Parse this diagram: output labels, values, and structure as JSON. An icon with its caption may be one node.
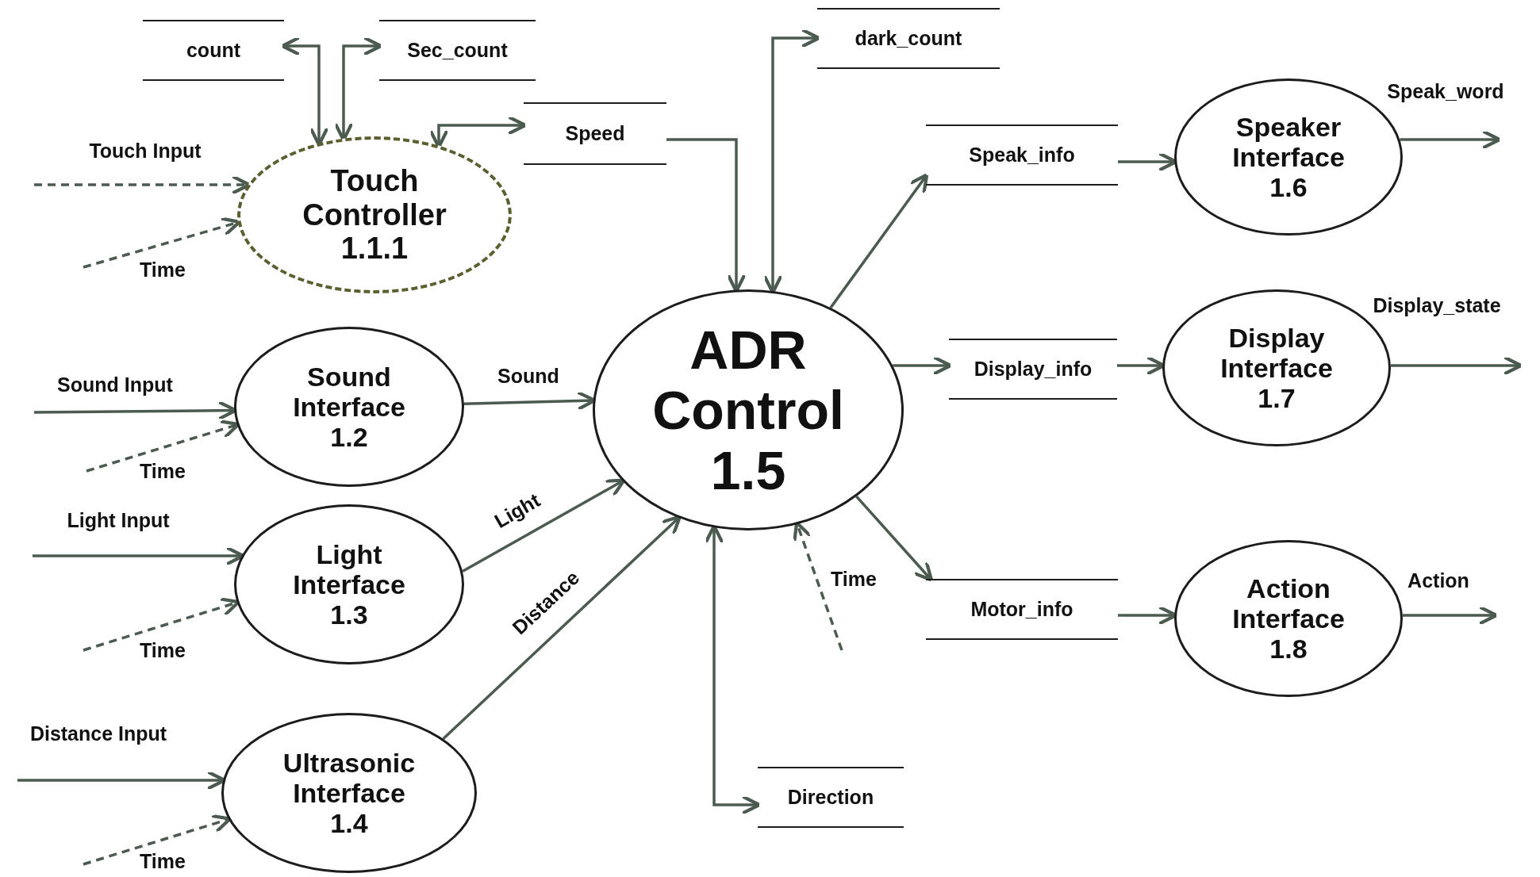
{
  "diagram": {
    "nodes": [
      {
        "text": [
          "count"
        ]
      },
      {
        "text": [
          "Sec_count"
        ]
      },
      {
        "text": [
          "dark_count"
        ]
      },
      {
        "text": [
          "Touch Controller",
          "1.1.1"
        ]
      },
      {
        "text": [
          "Speed"
        ]
      },
      {
        "text": [
          "Speak_info"
        ]
      },
      {
        "text": [
          "Speaker Interface",
          "1.6"
        ]
      },
      {
        "text": [
          "Sound Interface",
          "1.2"
        ]
      },
      {
        "text": [
          "ADR Control",
          "1.5"
        ]
      },
      {
        "text": [
          "Display_info"
        ]
      },
      {
        "text": [
          "Display Interface",
          "1.7"
        ]
      },
      {
        "text": [
          "Light Interface",
          "1.3"
        ]
      },
      {
        "text": [
          "Motor_info"
        ]
      },
      {
        "text": [
          "Action Interface",
          "1.8"
        ]
      },
      {
        "text": [
          "Ultrasonic Interface",
          "1.4"
        ]
      },
      {
        "text": [
          "Direction"
        ]
      }
    ],
    "edges": [
      {
        "from": 0,
        "to": 3,
        "arrow": "both"
      },
      {
        "from": 1,
        "to": 3,
        "arrow": "both"
      },
      {
        "from": 3,
        "to": 4,
        "arrow": "both"
      },
      {
        "from": 4,
        "to": 8,
        "arrow": "to"
      },
      {
        "from": 8,
        "to": 2,
        "arrow": "both"
      },
      {
        "from": 8,
        "to": 5,
        "arrow": "to"
      },
      {
        "from": 5,
        "to": 6,
        "arrow": "to"
      },
      {
        "from": 6,
        "to": null,
        "arrow": "to",
        "label": "Speak_word"
      },
      {
        "from": 8,
        "to": 9,
        "arrow": "to"
      },
      {
        "from": 9,
        "to": 10,
        "arrow": "to"
      },
      {
        "from": 10,
        "to": null,
        "arrow": "to",
        "label": "Display_state"
      },
      {
        "from": 8,
        "to": 12,
        "arrow": "to"
      },
      {
        "from": 12,
        "to": 13,
        "arrow": "to"
      },
      {
        "from": 13,
        "to": null,
        "arrow": "to",
        "label": "Action"
      },
      {
        "from": null,
        "to": 8,
        "arrow": "to",
        "label": "Time",
        "style": "dashed"
      },
      {
        "from": 8,
        "to": 15,
        "arrow": "both"
      },
      {
        "from": null,
        "to": 3,
        "arrow": "to",
        "label": "Touch Input",
        "style": "dashed"
      },
      {
        "from": null,
        "to": 3,
        "arrow": "to",
        "label": "Time",
        "style": "dashed"
      },
      {
        "from": null,
        "to": 7,
        "arrow": "to",
        "label": "Sound Input"
      },
      {
        "from": null,
        "to": 7,
        "arrow": "to",
        "label": "Time",
        "style": "dashed"
      },
      {
        "from": 7,
        "to": 8,
        "arrow": "to",
        "label": "Sound"
      },
      {
        "from": null,
        "to": 11,
        "arrow": "to",
        "label": "Light Input"
      },
      {
        "from": null,
        "to": 11,
        "arrow": "to",
        "label": "Time",
        "style": "dashed"
      },
      {
        "from": 11,
        "to": 8,
        "arrow": "to",
        "label": "Light"
      },
      {
        "from": null,
        "to": 14,
        "arrow": "to",
        "label": "Distance Input"
      },
      {
        "from": null,
        "to": 14,
        "arrow": "to",
        "label": "Time",
        "style": "dashed"
      },
      {
        "from": 14,
        "to": 8,
        "arrow": "to",
        "label": "Distance"
      }
    ]
  }
}
